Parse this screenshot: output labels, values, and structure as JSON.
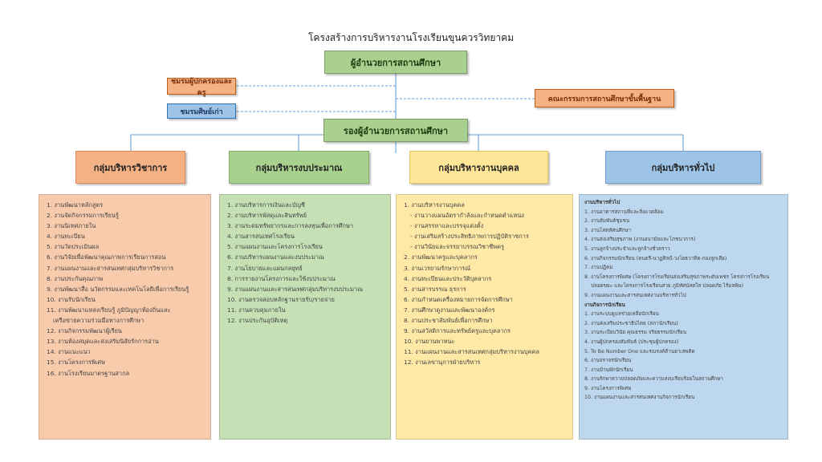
{
  "title": "โครงสร้างการบริหารงานโรงเรียนขุนควรวิทยาคม",
  "director": "ผู้อำนวยการสถานศึกษา",
  "parents_association": "ชมรมผู้ปกครองและครู",
  "alumni_association": "ชมรมศิษย์เก่า",
  "school_board": "คณะกรรมการสถานศึกษาขั้นพื้นฐาน",
  "deputy_director": "รองผู้อำนวยการสถานศึกษา",
  "colors": {
    "green": "#a9d08e",
    "orange": "#f4b183",
    "blue": "#9dc3e6",
    "yellow": "#ffe699",
    "line": "#5b9bd5"
  },
  "groups": [
    {
      "name": "กลุ่มบริหารวิชาการ",
      "items": [
        "1. งานพัฒนาหลักสูตร",
        "2. งานจัดกิจกรรมการเรียนรู้",
        "3. งานนิเทศภายใน",
        "4. งานทะเบียน",
        "5. งานวัดประเมินผล",
        "6. งานวิจัยเพื่อพัฒนาคุณภาพการเรียนการสอน",
        "7. งานแผนงานและสารสนเทศกลุ่มบริหารวิชาการ",
        "8. งานประกันคุณภาพ",
        "9. งานพัฒนาสื่อ นวัตกรรมและเทคโนโลยีเพื่อการเรียนรู้",
        "10. งานรับนักเรียน",
        "11. งานพัฒนาแหล่งเรียนรู้ ภูมิปัญญาท้องถิ่นและ",
        "    เครือข่ายความร่วมมือทางการศึกษา",
        "12. งานกิจกรรมพัฒนาผู้เรียน",
        "13. งานห้องสมุดและส่งเสริมนิสัยรักการอ่าน",
        "14. งานแนะแนว",
        "15. งานโครงการพิเศษ",
        "16. งานโรงเรียนมาตรฐานสากล"
      ]
    },
    {
      "name": "กลุ่มบริหารงบประมาณ",
      "items": [
        "1. งานบริหารการเงินและบัญชี",
        "2. งานบริหารพัสดุและสินทรัพย์",
        "3. งานระดมทรัพยากรและการลงทุนเพื่อการศึกษา",
        "4. งานสารสนเทศโรงเรียน",
        "5. งานแผนงานและโครงการโรงเรียน",
        "6. งานบริหารแผนงานและงบประมาณ",
        "7. งานโยบายและแผนกลยุทธ์",
        "8. การรายงานโครงการและใช้งบประมาณ",
        "9. งานแผนงานและสารสนเทศกลุ่มบริหารงบประมาณ",
        "10. งานตรวจสอบหลักฐานรายรับ/รายจ่าย",
        "11. งานควบคุมภายใน",
        "12. งานประกันอุบัติเหตุ"
      ]
    },
    {
      "name": "กลุ่มบริหารงานบุคคล",
      "items": [
        "1. งานบริหารงานบุคคล",
        "  - งานวางแผนอัตรากำลังและกำหนดตำแหน่ง",
        "  - งานสรรหาและบรรจุแต่งตั้ง",
        "  - งานเสริมสร้างประสิทธิภาพการปฏิบัติราชการ",
        "  - งานวินัยและจรรยาบรรณวิชาชีพครู",
        "2. งานพัฒนาครูและบุคลากร",
        "3. งานเวรยามรักษาการณ์",
        "4. งานทะเบียนและประวัติบุคลากร",
        "5. งานสารบรรณ ธุรการ",
        "6. งานกำหนดเครื่องหมายการจัดการศึกษา",
        "7. งานศึกษาดูงานและพัฒนาองค์กร",
        "8. งานประชาสัมพันธ์เพื่อการศึกษา",
        "9. งานสวัสดิการและทรัพย์ครูและบุคลากร",
        "10. งานยานพาหนะ",
        "11. งานแผนงานและสารสนเทศกลุ่มบริหารงานบุคคล",
        "12. งานเลขานุการฝ่ายบริหาร"
      ]
    },
    {
      "name": "กลุ่มบริหารทั่วไป",
      "items": [
        "งานบริหารทั่วไป",
        "1. งานอาคารสถานที่และสิ่งแวดล้อม",
        "2. งานสัมพันธ์ชุมชน",
        "3. งานโสตทัศนศึกษา",
        "4. งานส่งเสริมสุขภาพ (งานอนามัยและโภชนาการ)",
        "5. งานลูกจ้างประจำและลูกจ้างชั่วคราว",
        "6. งานกิจกรรมนักเรียน (ดนตรี-นาฏศิลป์-วงโยธวาทิต-กองลูกเสือ)",
        "7. งานปฏิคม",
        "8. งานโครงการพิเศษ (โครงการโรงเรียนส่งเสริมสุขภาพระดับเพชร โครงการโรงเรียน",
        "   ปลอดขยะ และโครงการโรงเรียนสวย ภูมิทัศน์สดใส ปลอดภัย ไร้มลพิษ)",
        "9. งานแผนงานและสารสนเทศงานบริหารทั่วไป",
        "งานกิจการนักเรียน",
        "1. งานระบบดูแลช่วยเหลือนักเรียน",
        "2. งานส่งเสริมประชาธิปไตย (สภานักเรียน)",
        "3. งานระเบียบวินัย คุณธรรม จริยธรรมนักเรียน",
        "4. งานผู้ปกครองสัมพันธ์ (ประชุมผู้ปกครอง)",
        "5. To Be Number One และรณรงค์ต้านยาเสพติด",
        "6. งานจราจรนักเรียน",
        "7. งานบ้านพักนักเรียน",
        "8. งานรักษาความปลอดภัยและความสงบเรียบร้อยในสถานศึกษา",
        "9. งานโครงการพิเศษ",
        "10. งานแผนงานและสารสนเทศงานกิจการนักเรียน"
      ]
    }
  ]
}
